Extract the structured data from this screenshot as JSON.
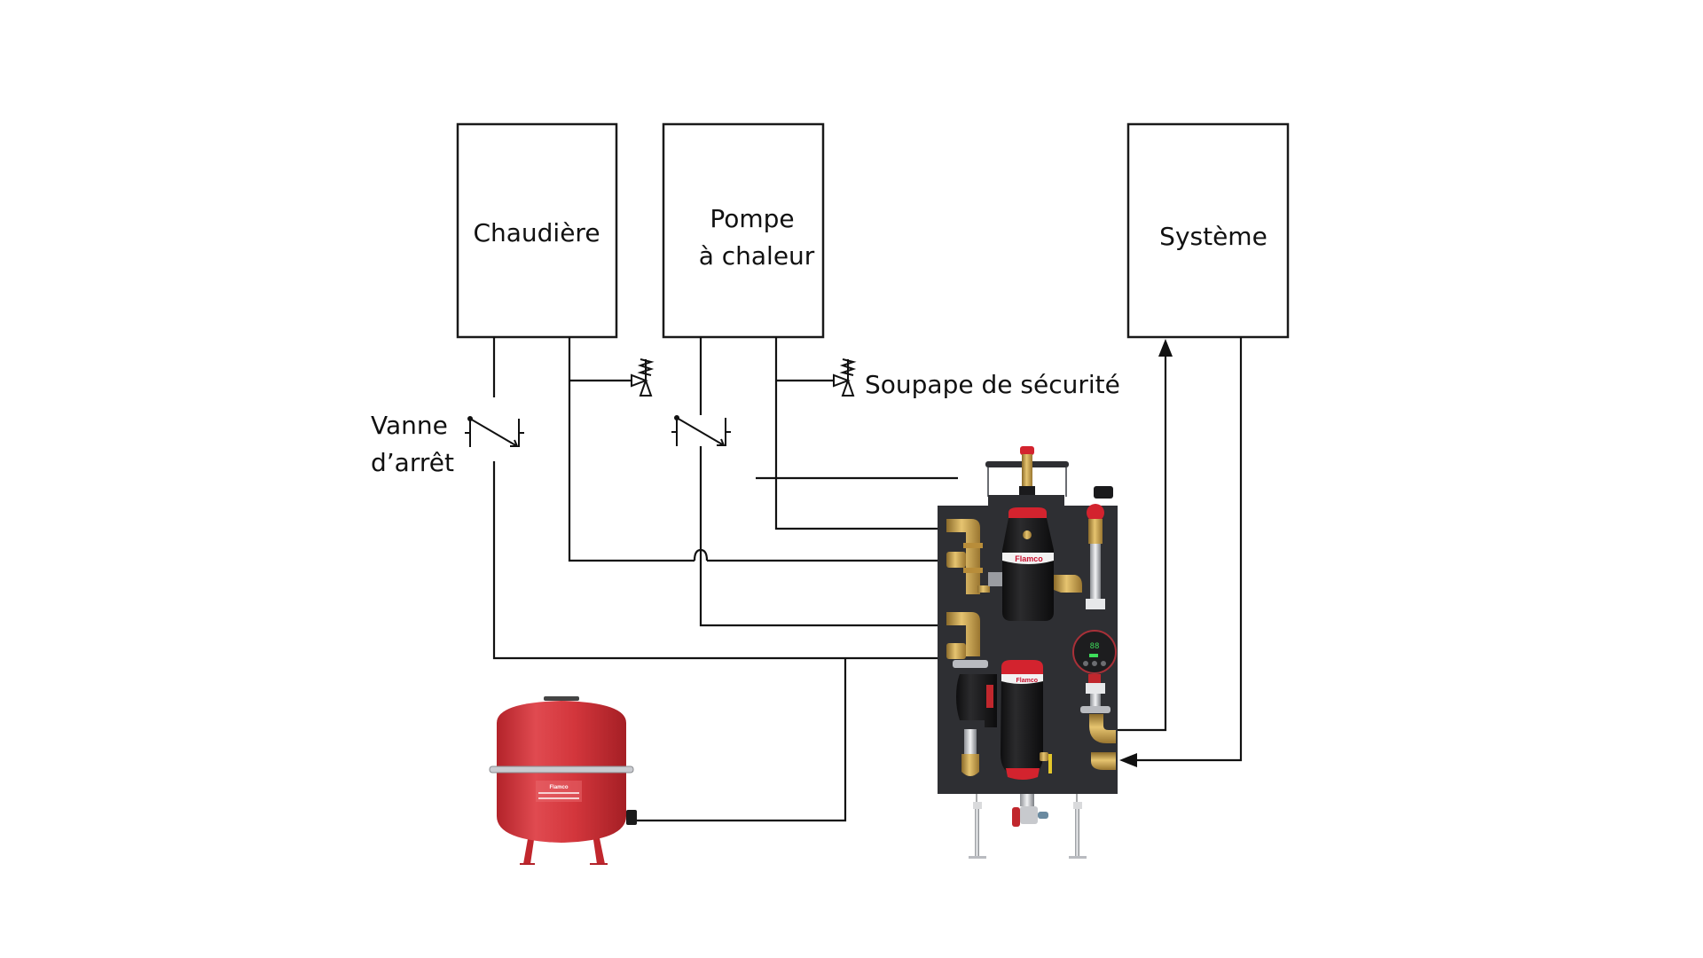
{
  "diagram": {
    "title": "Hybrid heating hydraulic connection scheme",
    "components": {
      "boiler": {
        "label": "Chaudière"
      },
      "heat_pump": {
        "label_line1": "Pompe",
        "label_line2": "à chaleur"
      },
      "system": {
        "label": "Système"
      }
    },
    "annotations": {
      "shutoff_valve_line1": "Vanne",
      "shutoff_valve_line2": "d’arrêt",
      "safety_valve": "Soupape de sécurité"
    },
    "module": {
      "brand_upper": "Flamco",
      "brand_lower": "Flamco",
      "pump_display": "88"
    },
    "expansion_vessel": {
      "brand": "Flamco"
    },
    "colors": {
      "line": "#111111",
      "panel": "#2e2f33",
      "vessel_red": "#d32f35",
      "brass": "#c9a24a",
      "flamco_red": "#c8102e"
    }
  }
}
